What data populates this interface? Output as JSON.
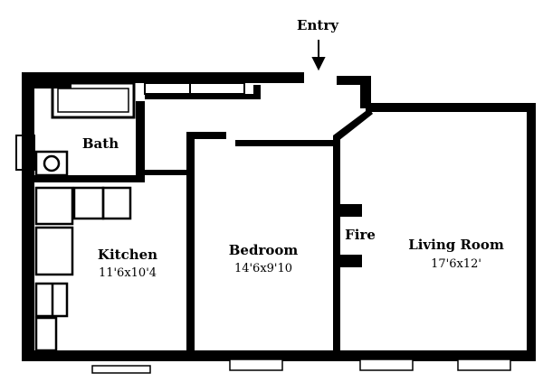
{
  "entry": {
    "label": "Entry"
  },
  "rooms": [
    {
      "id": "bath",
      "name": "Bath",
      "dimensions": ""
    },
    {
      "id": "kitchen",
      "name": "Kitchen",
      "dimensions": "11'6x10'4"
    },
    {
      "id": "bedroom",
      "name": "Bedroom",
      "dimensions": "14'6x9'10"
    },
    {
      "id": "living",
      "name": "Living Room",
      "dimensions": "17'6x12'"
    }
  ],
  "fireplace": {
    "label": "Fire"
  }
}
